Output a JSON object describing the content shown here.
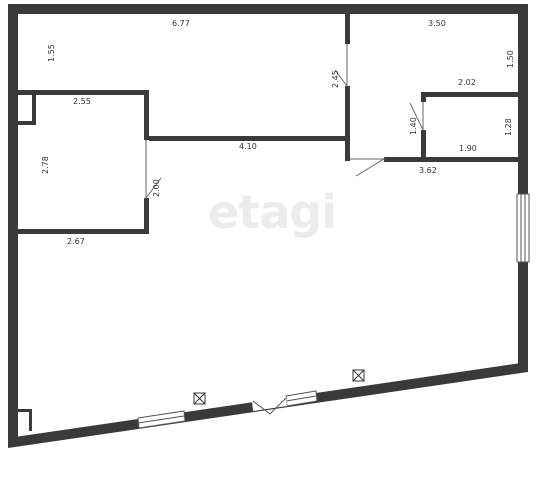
{
  "watermark": "etagi",
  "dimensions": {
    "top_wall": "6.77",
    "left_upper": "1.55",
    "room_right_top": "3.50",
    "room_right_side": "1.50",
    "door_right": "2.45",
    "small_top": "2.02",
    "small_height_left": "1.40",
    "small_height_right": "1.28",
    "small_bottom": "1.90",
    "right_bottom": "3.62",
    "room_left_top": "2.55",
    "room_left_side": "2.78",
    "room_left_door": "2.00",
    "room_left_bottom": "2.67",
    "partition": "4.10"
  }
}
